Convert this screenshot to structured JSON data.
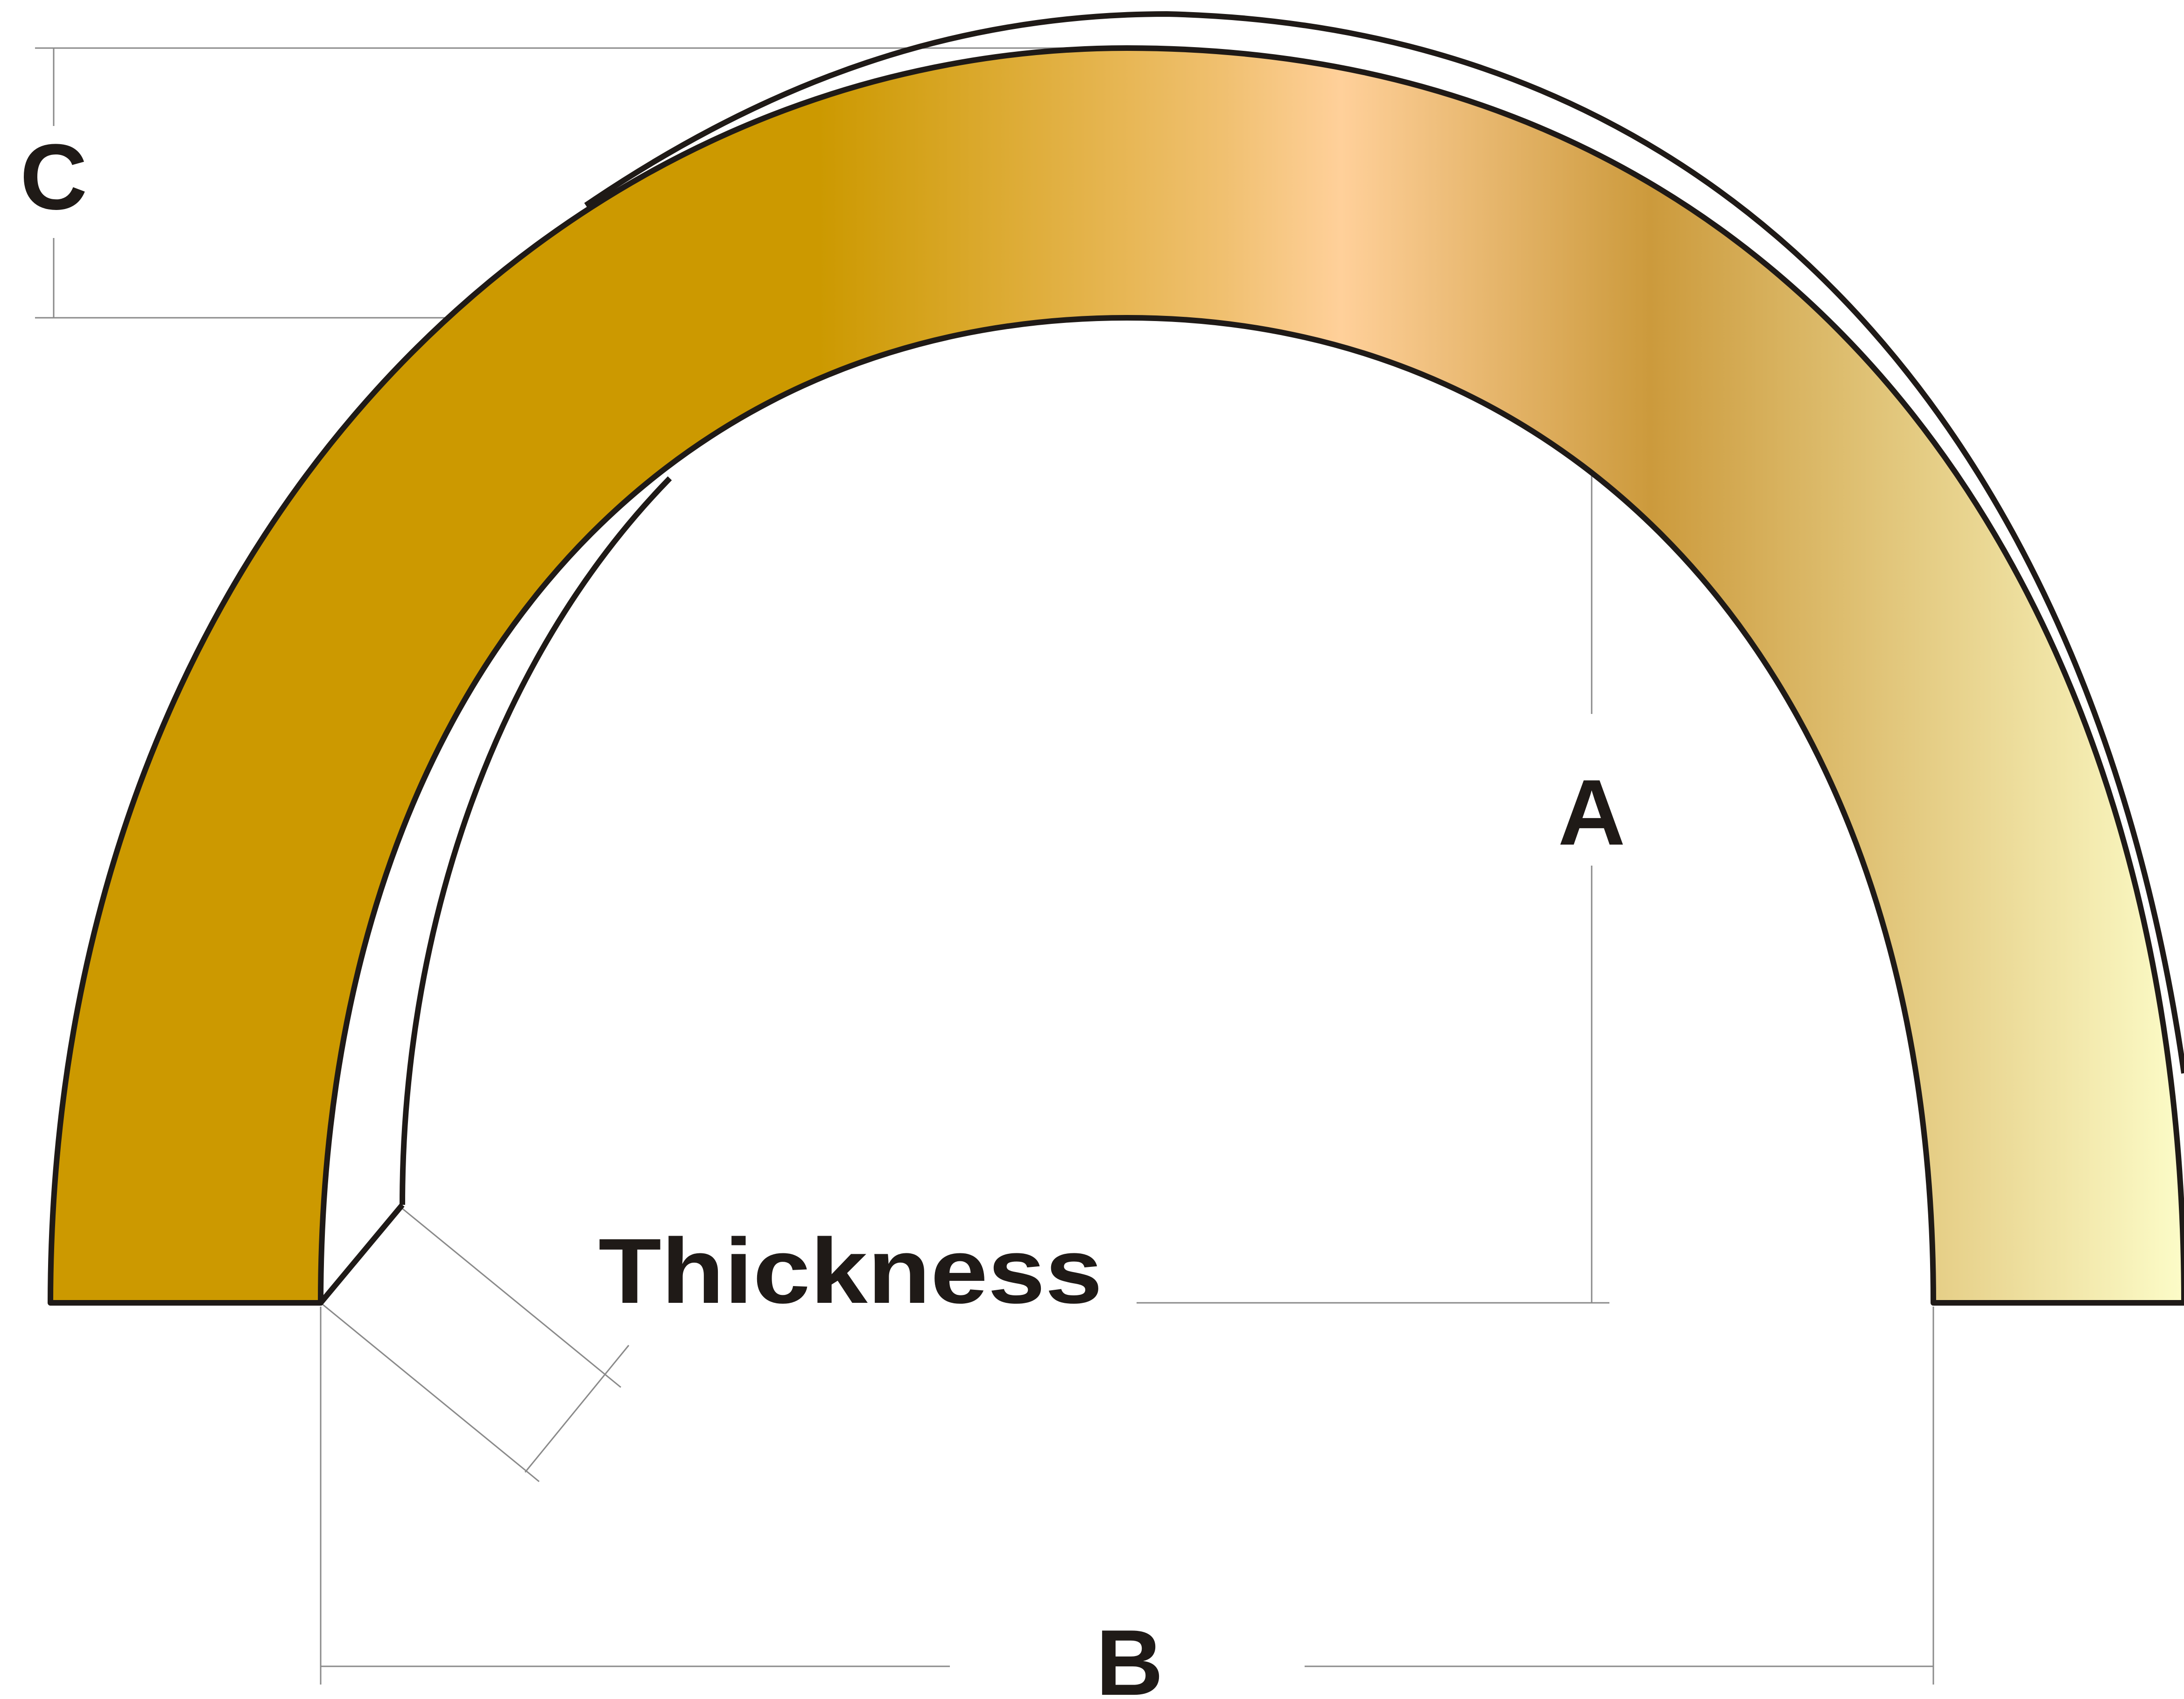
{
  "diagram": {
    "labels": {
      "c": "C",
      "a": "A",
      "b": "B",
      "thickness": "Thickness"
    },
    "colors": {
      "outline": "#1f1a17",
      "dimension_line": "#8a8a8a",
      "gradient_stops": [
        "#cc9900",
        "#cc9900",
        "#f0c070",
        "#ffd09a",
        "#cc9a3c",
        "#fcfcc8"
      ]
    }
  }
}
